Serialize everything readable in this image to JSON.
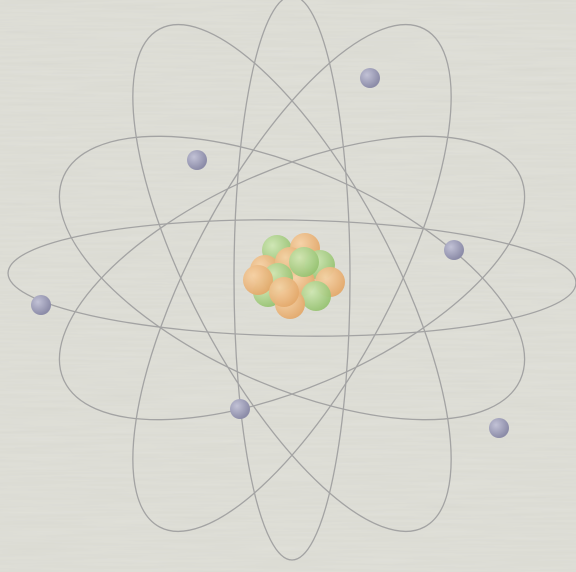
{
  "illustration": {
    "subject": "atom-model",
    "colors": {
      "background": "#d9d9d1",
      "texture_light": "#e6e6df",
      "texture_dark": "#c9c9c0",
      "orbit": "#a3a3a3",
      "electron": "#8c8ca8",
      "electron_highlight": "#c2c2d6",
      "proton": "#e9b77c",
      "neutron": "#a9cf84"
    },
    "counts": {
      "orbits": 6,
      "electrons": 6,
      "nucleons": 14
    }
  }
}
